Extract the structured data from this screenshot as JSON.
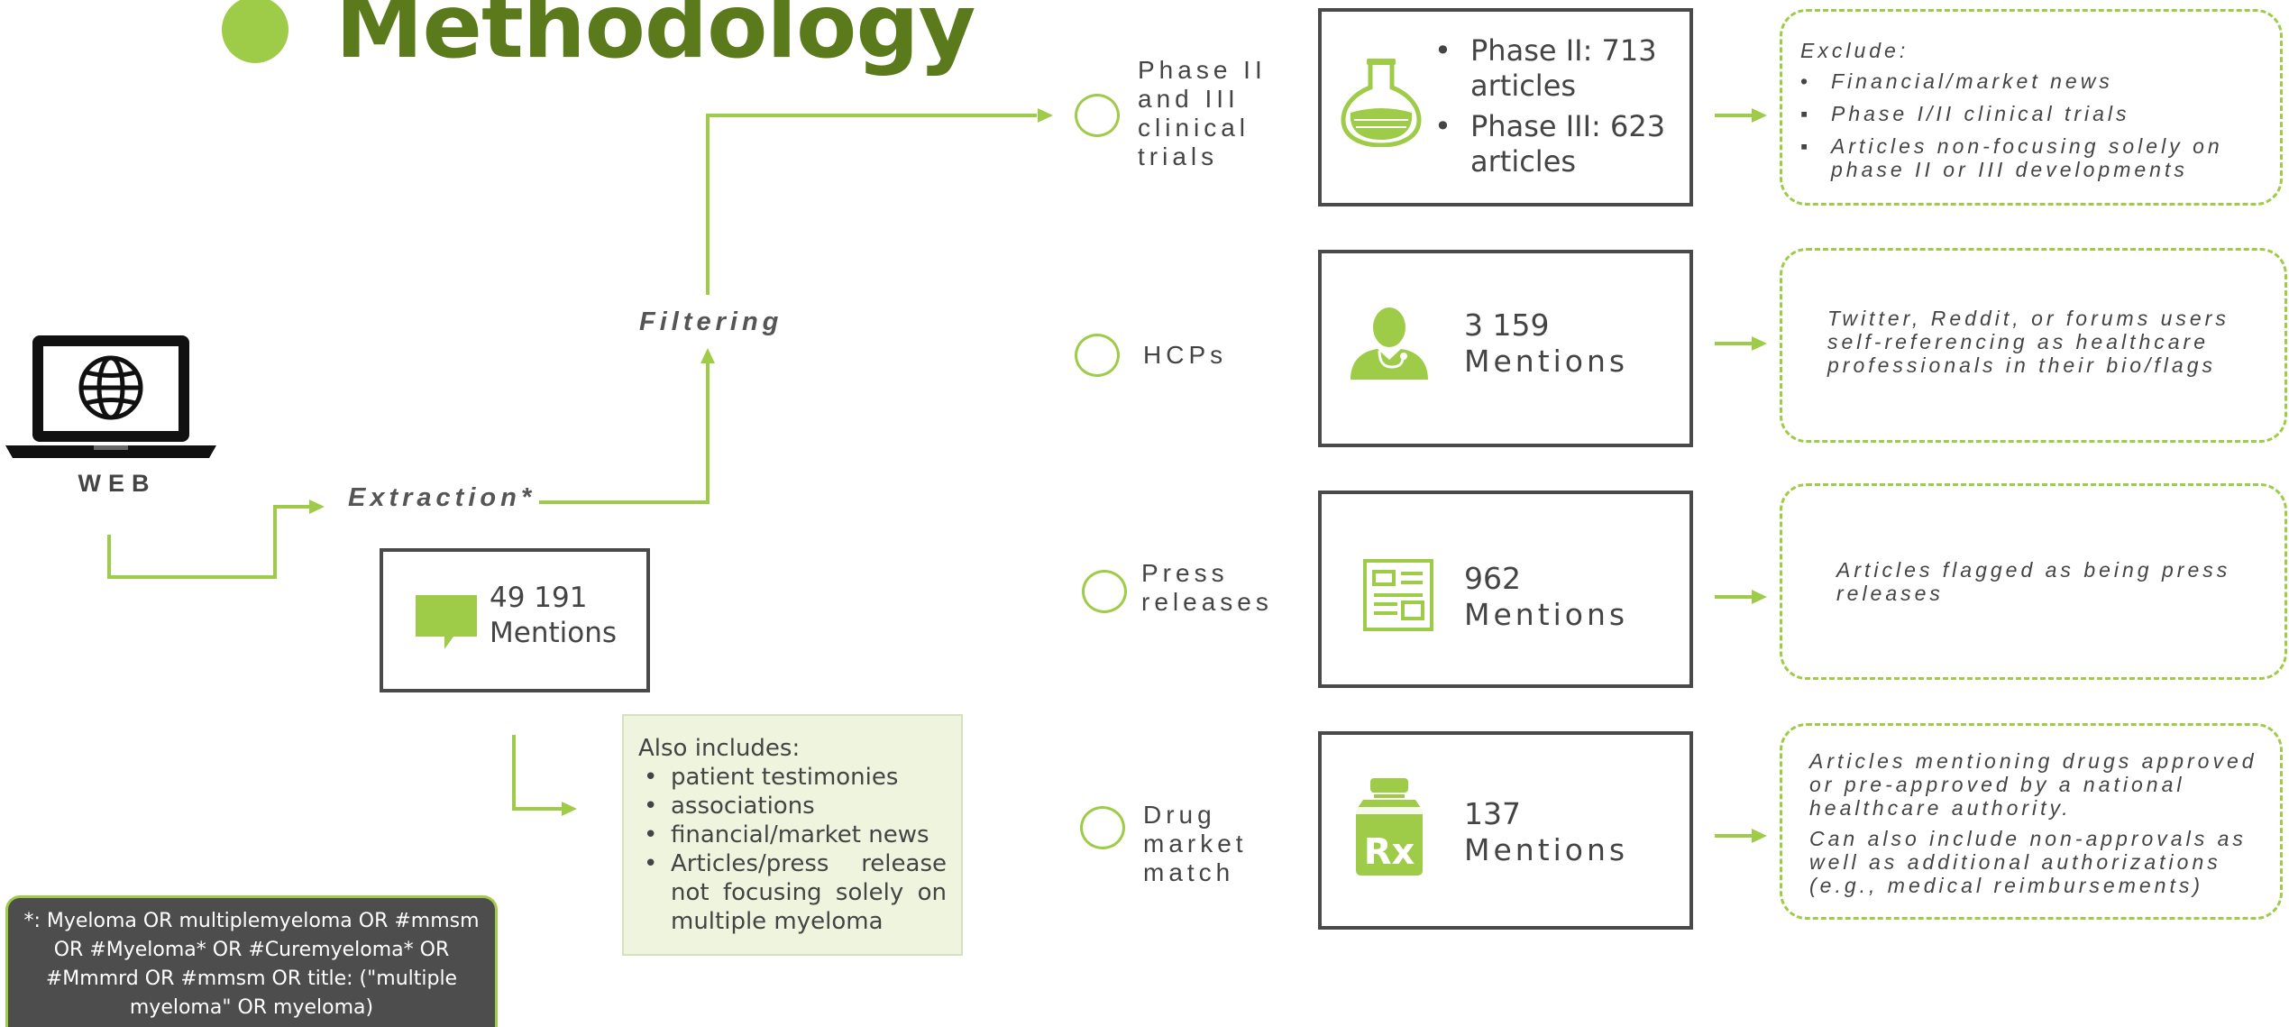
{
  "title": "Methodology",
  "colors": {
    "accent": "#9fcc48",
    "title": "#5a7a1c",
    "box_border": "#4a4a4a",
    "note_bg": "#eef4dd",
    "query_bg": "#4d4d4d"
  },
  "source": {
    "label": "WEB",
    "icon": "laptop-globe-icon"
  },
  "flow": {
    "extraction": "Extraction*",
    "filtering": "Filtering"
  },
  "extraction": {
    "icon": "speech-bubble-icon",
    "count": "49 191",
    "unit": "Mentions"
  },
  "also_includes": {
    "title": "Also includes:",
    "items": [
      "patient testimonies",
      "associations",
      "financial/market news",
      "Articles/press release not focusing solely on multiple myeloma"
    ]
  },
  "query_note": "*: Myeloma OR multiplemyeloma OR #mmsm OR #Myeloma* OR #Curemyeloma* OR #Mmmrd OR #mmsm OR title: (\"multiple myeloma\" OR myeloma)",
  "categories": [
    {
      "label": "Phase II and III clinical trials",
      "icon": "flask-icon",
      "items": [
        "Phase II: 713 articles",
        "Phase III: 623 articles"
      ],
      "criteria_heading": "Exclude:",
      "criteria": [
        {
          "bullet": "•",
          "text": "Financial/market news"
        },
        {
          "bullet": "▪",
          "text": "Phase I/II clinical trials"
        },
        {
          "bullet": "▪",
          "text": "Articles non-focusing solely on phase II or III developments"
        }
      ]
    },
    {
      "label": "HCPs",
      "icon": "doctor-icon",
      "count": "3 159",
      "unit": "Mentions",
      "criteria_text": [
        "Twitter, Reddit, or forums users self-referencing as healthcare professionals in their bio/flags"
      ]
    },
    {
      "label": "Press releases",
      "icon": "newspaper-icon",
      "count": "962",
      "unit": "Mentions",
      "criteria_text": [
        "Articles flagged as being press releases"
      ]
    },
    {
      "label": "Drug market match",
      "icon": "prescription-bottle-icon",
      "count": "137",
      "unit": "Mentions",
      "criteria_text": [
        "Articles mentioning drugs approved or pre-approved by a national healthcare authority.",
        "Can also include non-approvals as well as additional authorizations (e.g., medical reimbursements)"
      ]
    }
  ]
}
